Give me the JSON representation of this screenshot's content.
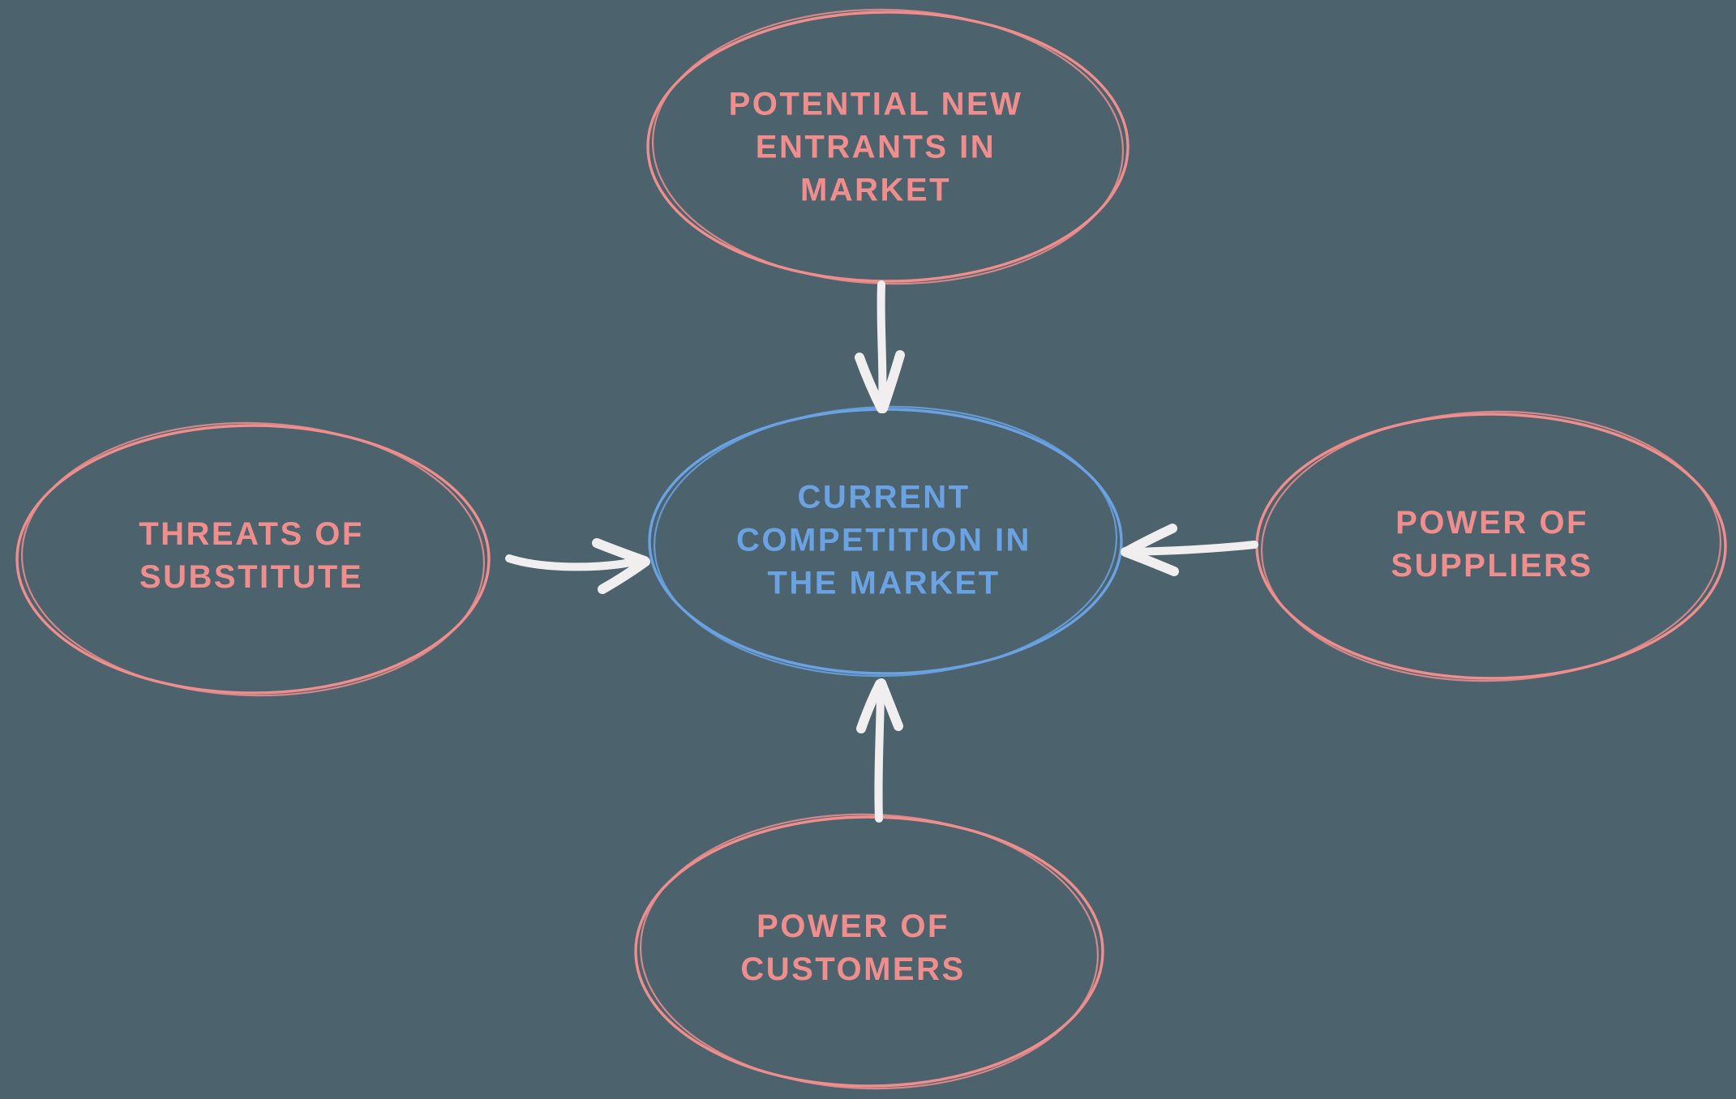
{
  "colors": {
    "background": "#4c636e",
    "node-pink": "#f08d8d",
    "node-blue": "#6aa2e4",
    "arrow": "#f0eeee"
  },
  "diagram": {
    "title": "Porter's Five Forces style market diagram",
    "node_shape": "ellipse",
    "style": "hand-drawn sketch"
  },
  "nodes": [
    {
      "id": "potential-new-entrants",
      "position": "top",
      "color": "pink",
      "lines": [
        "POTENTIAL NEW",
        "ENTRANTS IN",
        "MARKET"
      ]
    },
    {
      "id": "current-competition",
      "position": "center",
      "color": "blue",
      "lines": [
        "CURRENT",
        "COMPETITION IN",
        "THE MARKET"
      ]
    },
    {
      "id": "threats-of-substitute",
      "position": "left",
      "color": "pink",
      "lines": [
        "THREATS OF",
        "SUBSTITUTE"
      ]
    },
    {
      "id": "power-of-suppliers",
      "position": "right",
      "color": "pink",
      "lines": [
        "POWER OF",
        "SUPPLIERS"
      ]
    },
    {
      "id": "power-of-customers",
      "position": "bottom",
      "color": "pink",
      "lines": [
        "POWER OF",
        "CUSTOMERS"
      ]
    }
  ],
  "arrows": [
    {
      "from": "potential-new-entrants",
      "to": "current-competition",
      "direction": "down"
    },
    {
      "from": "threats-of-substitute",
      "to": "current-competition",
      "direction": "right"
    },
    {
      "from": "power-of-suppliers",
      "to": "current-competition",
      "direction": "left"
    },
    {
      "from": "power-of-customers",
      "to": "current-competition",
      "direction": "up"
    }
  ]
}
